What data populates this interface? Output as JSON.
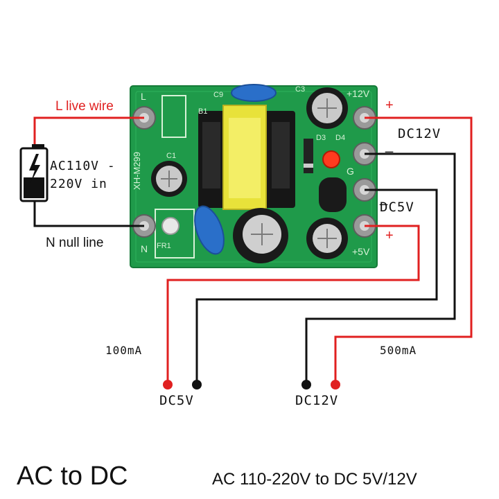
{
  "title_caption": "AC to DC",
  "subtitle_caption": "AC 110-220V to DC 5V/12V",
  "input": {
    "live_label": "L live wire",
    "null_label": "N null line",
    "voltage_line1": "AC110V -",
    "voltage_line2": "220V in"
  },
  "outputs": {
    "plus_sign": "+",
    "minus_sign": "_",
    "dc12_label": "DC12V",
    "dc5_label": "DC5V",
    "dc5_current": "100mA",
    "dc12_current": "500mA",
    "dc5_terminal_label": "DC5V",
    "dc12_terminal_label": "DC12V"
  },
  "board": {
    "model": "XH-M299",
    "pin_l": "L",
    "pin_n": "N",
    "pin_plus12": "+12V",
    "pin_g": "G",
    "pin_plus5": "+5V",
    "c1": "C1",
    "c3": "C3",
    "c9": "C9",
    "b1": "B1",
    "d3": "D3",
    "d4": "D4",
    "fr1": "FR1"
  },
  "colors": {
    "wire_red": "#e02020",
    "wire_black": "#111111",
    "pcb_green": "#1f9a4a",
    "transformer_yellow": "#e8e23a",
    "capacitor_blue": "#2a6fc9"
  }
}
